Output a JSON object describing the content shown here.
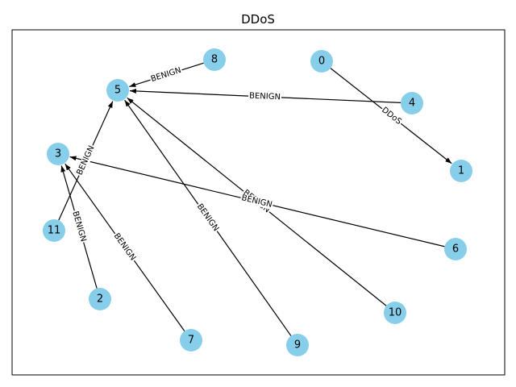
{
  "title": "DDoS",
  "colors": {
    "node": "#87ceeb",
    "edge": "#000000",
    "frame": "#000000",
    "label_bg": "#ffffff"
  },
  "nodes": [
    "0",
    "1",
    "2",
    "3",
    "4",
    "5",
    "6",
    "7",
    "8",
    "9",
    "10",
    "11"
  ],
  "edges": [
    {
      "source": "0",
      "target": "1",
      "label": "DDoS"
    },
    {
      "source": "8",
      "target": "5",
      "label": "BENIGN"
    },
    {
      "source": "4",
      "target": "5",
      "label": "BENIGN"
    },
    {
      "source": "11",
      "target": "5",
      "label": "BENIGN"
    },
    {
      "source": "9",
      "target": "5",
      "label": "BENIGN"
    },
    {
      "source": "10",
      "target": "5",
      "label": "BENIGN"
    },
    {
      "source": "2",
      "target": "3",
      "label": "BENIGN"
    },
    {
      "source": "7",
      "target": "3",
      "label": "BENIGN"
    },
    {
      "source": "6",
      "target": "3",
      "label": "BENIGN"
    }
  ]
}
